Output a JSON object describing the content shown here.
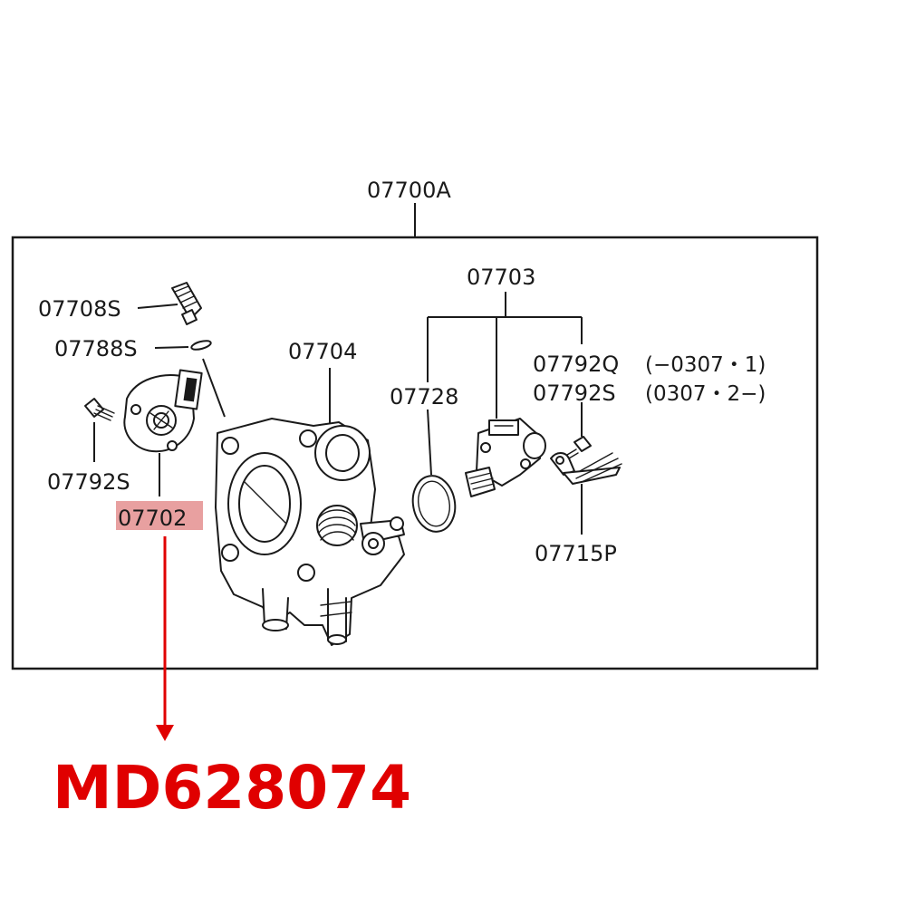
{
  "diagram": {
    "assembly_label": "07700A",
    "labels": {
      "l07708S": "07708S",
      "l07788S": "07788S",
      "l07792S_left": "07792S",
      "l07702": "07702",
      "l07704": "07704",
      "l07703": "07703",
      "l07728": "07728",
      "l07792Q": "07792Q",
      "l07792Q_note": "(−0307・1)",
      "l07792S_right": "07792S",
      "l07792S_right_note": "(0307・2−)",
      "l07715P": "07715P"
    },
    "highlight_color": "#e8a0a0",
    "callout": {
      "part_number": "MD628074",
      "color": "#e00000"
    }
  }
}
